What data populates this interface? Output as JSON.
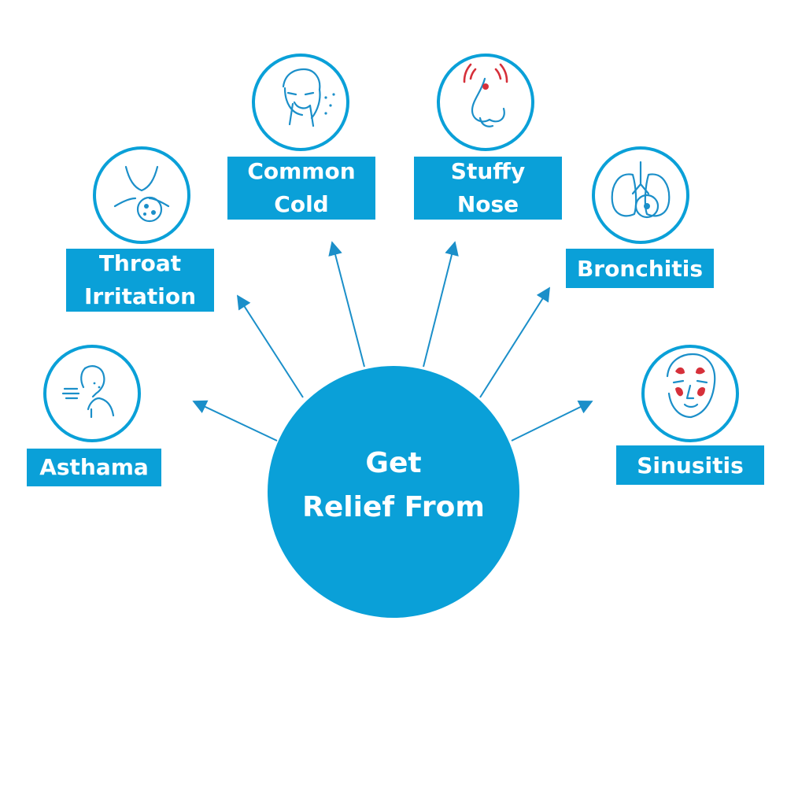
{
  "center": {
    "line1": "Get",
    "line2": "Relief From"
  },
  "conditions": [
    {
      "id": "asthama",
      "lines": [
        "Asthama"
      ],
      "icon": "person-breathing-icon"
    },
    {
      "id": "throat-irritation",
      "lines": [
        "Throat",
        "Irritation"
      ],
      "icon": "throat-virus-icon"
    },
    {
      "id": "common-cold",
      "lines": [
        "Common",
        "Cold"
      ],
      "icon": "sneezing-person-icon"
    },
    {
      "id": "stuffy-nose",
      "lines": [
        "Stuffy",
        "Nose"
      ],
      "icon": "blocked-nose-icon"
    },
    {
      "id": "bronchitis",
      "lines": [
        "Bronchitis"
      ],
      "icon": "lungs-icon"
    },
    {
      "id": "sinusitis",
      "lines": [
        "Sinusitis"
      ],
      "icon": "sinus-face-icon"
    }
  ],
  "colors": {
    "primary": "#0aa0d8",
    "icon": "#1b8fc9",
    "accent_red": "#d6303a",
    "background": "#ffffff"
  }
}
